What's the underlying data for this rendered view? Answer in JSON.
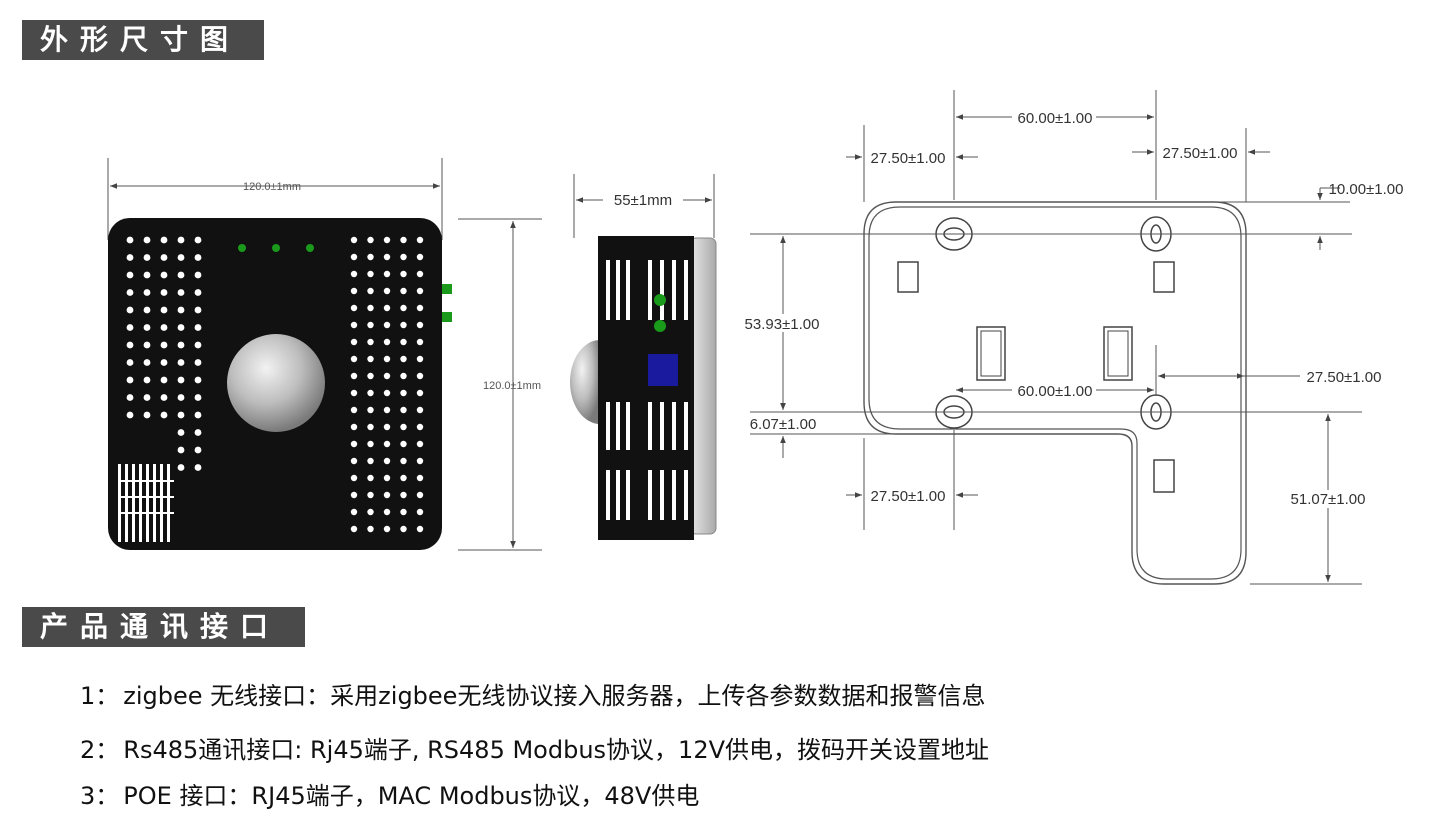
{
  "headers": {
    "dimensions": "外形尺寸图",
    "interfaces": "产品通讯接口"
  },
  "front_view": {
    "width_label": "120.0±1mm",
    "height_label": "120.0±1mm"
  },
  "side_view": {
    "depth_label": "55±1mm"
  },
  "bracket": {
    "top_spacing": "60.00±1.00",
    "top_left_offset": "27.50±1.00",
    "top_right_offset": "27.50±1.00",
    "top_edge_offset": "10.00±1.00",
    "vertical_spacing": "53.93±1.00",
    "mid_spacing": "60.00±1.00",
    "right_offset": "27.50±1.00",
    "bottom_left_edge": "6.07±1.00",
    "bottom_left_offset": "27.50±1.00",
    "bottom_tab_height": "51.07±1.00"
  },
  "interfaces": [
    {
      "num": "1：",
      "text": "zigbee 无线接口：采用zigbee无线协议接入服务器，上传各参数数据和报警信息"
    },
    {
      "num": "2：",
      "text": "Rs485通讯接口: Rj45端子, RS485 Modbus协议，12V供电，拨码开关设置地址"
    },
    {
      "num": "3：",
      "text": "POE 接口：RJ45端子，MAC Modbus协议，48V供电"
    }
  ],
  "colors": {
    "header_bg": "#4a4a4a",
    "device_body": "#111111",
    "led": "#1a9a1a",
    "blue_window": "#1a1a9e"
  }
}
